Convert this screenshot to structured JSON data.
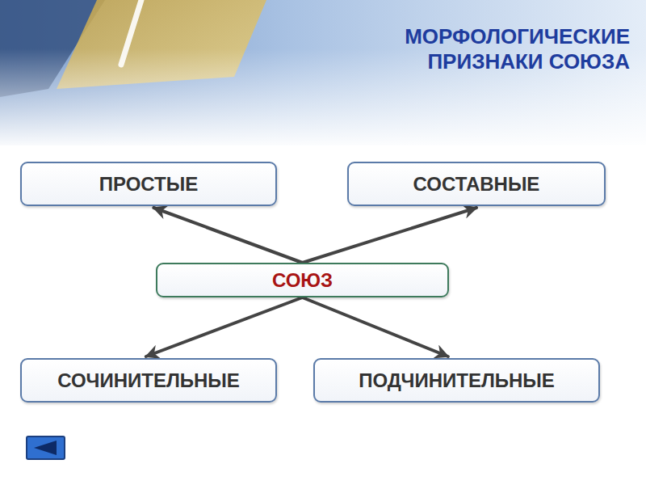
{
  "diagram": {
    "title": "МОРФОЛОГИЧЕСКИЕ ПРИЗНАКИ СОЮЗА",
    "nodes": [
      {
        "text": [
          "ПРОСТЫЕ"
        ]
      },
      {
        "text": [
          "СОСТАВНЫЕ"
        ]
      },
      {
        "text": [
          "СОЮЗ"
        ]
      },
      {
        "text": [
          "СОЧИНИТЕЛЬНЫЕ"
        ]
      },
      {
        "text": [
          "ПОДЧИНИТЕЛЬНЫЕ"
        ]
      }
    ],
    "edges": [
      {
        "from": 2,
        "to": 0,
        "arrow": "to"
      },
      {
        "from": 2,
        "to": 1,
        "arrow": "to"
      },
      {
        "from": 2,
        "to": 3,
        "arrow": "to"
      },
      {
        "from": 2,
        "to": 4,
        "arrow": "to"
      }
    ]
  }
}
